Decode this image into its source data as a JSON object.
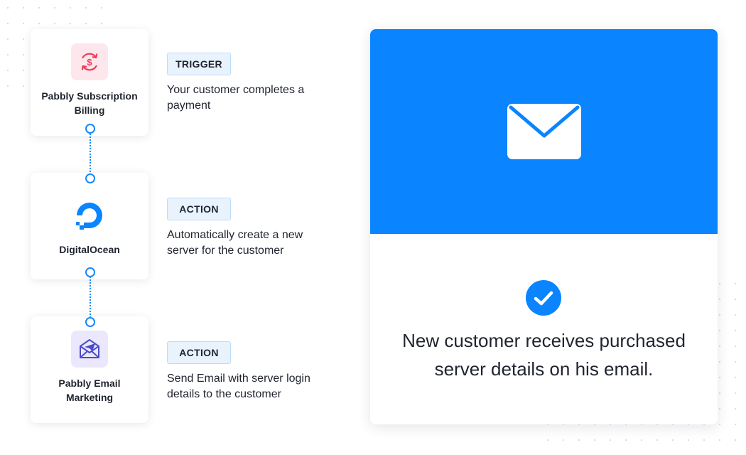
{
  "apps": [
    {
      "name": "Pabbly Subscription Billing",
      "icon": "dollar-refresh-icon",
      "icon_bg": "#fde7ec",
      "icon_color": "#ef3b5a"
    },
    {
      "name": "DigitalOcean",
      "icon": "digitalocean-logo-icon",
      "icon_color": "#0a84ff"
    },
    {
      "name": "Pabbly Email Marketing",
      "icon": "envelope-send-icon",
      "icon_bg": "#ebe8fd",
      "icon_color": "#4b4cc9"
    }
  ],
  "steps": [
    {
      "badge": "TRIGGER",
      "text": "Your customer completes a payment"
    },
    {
      "badge": "ACTION",
      "text": "Automatically create a new server for the customer"
    },
    {
      "badge": "ACTION",
      "text": "Send Email with server login details to the customer"
    }
  ],
  "result": {
    "icon": "mail-icon",
    "status_icon": "check-circle-icon",
    "text": "New customer receives purchased server details on his email."
  },
  "colors": {
    "accent": "#0a84ff",
    "connector": "#1387ff",
    "badge_bg": "#e8f3fd",
    "text": "#1f2430"
  }
}
